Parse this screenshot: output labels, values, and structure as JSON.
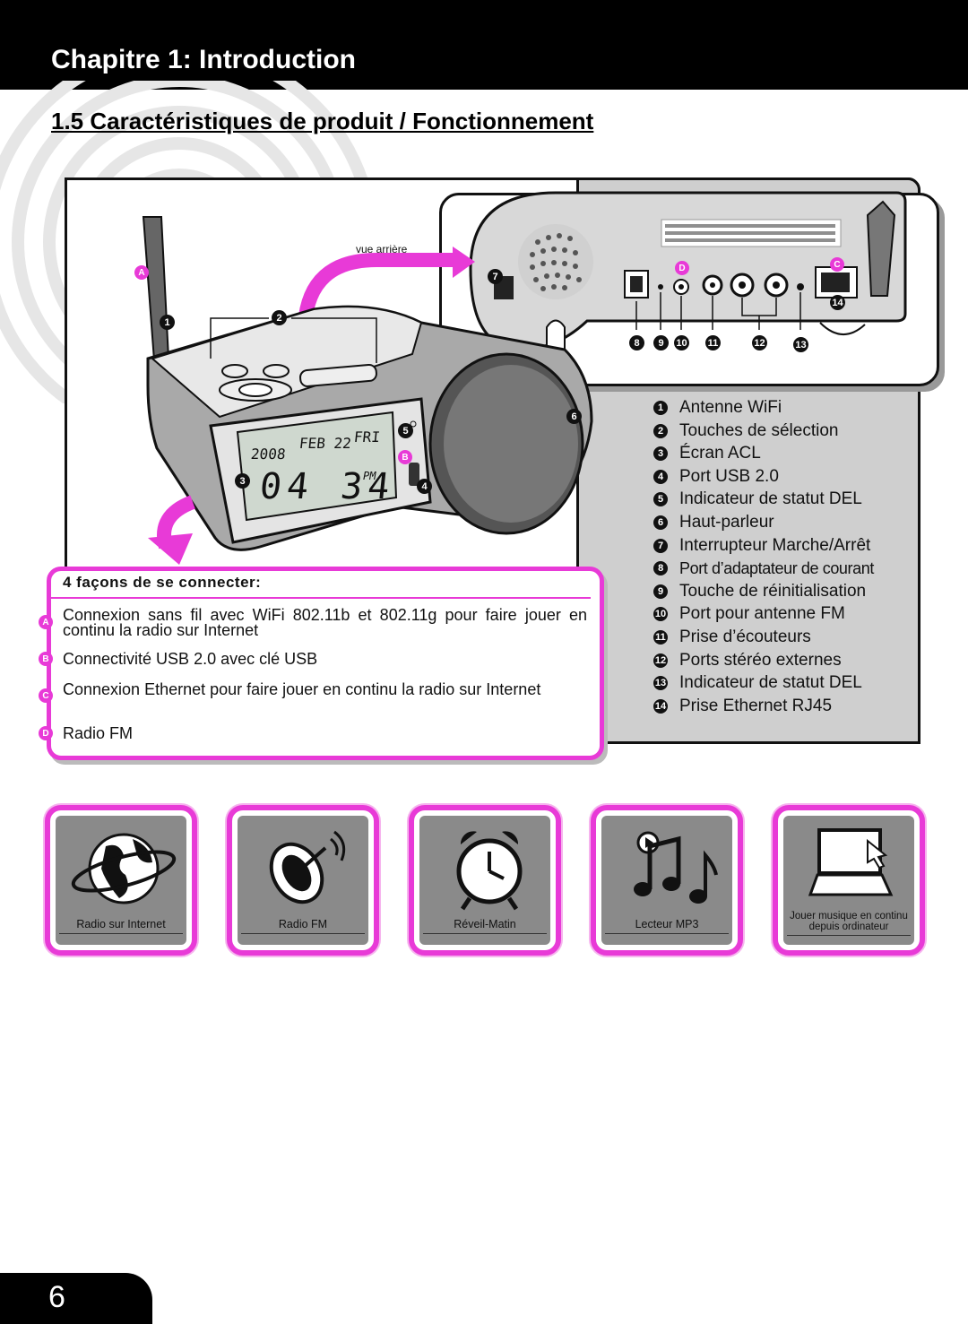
{
  "header": {
    "chapter_title": "Chapitre 1: Introduction"
  },
  "section": {
    "title": "1.5 Caractéristiques de produit / Fonctionnement"
  },
  "diagram": {
    "rear_view_label": "vue arrière",
    "display": {
      "year": "2008",
      "month_day": "FEB 22",
      "weekday": "FRI",
      "time": "04 34",
      "ampm": "PM"
    },
    "legend": [
      {
        "num": "1",
        "label": "Antenne WiFi"
      },
      {
        "num": "2",
        "label": "Touches de sélection"
      },
      {
        "num": "3",
        "label": "Écran ACL"
      },
      {
        "num": "4",
        "label": "Port USB 2.0"
      },
      {
        "num": "5",
        "label": "Indicateur de statut DEL"
      },
      {
        "num": "6",
        "label": "Haut-parleur"
      },
      {
        "num": "7",
        "label": "Interrupteur Marche/Arrêt"
      },
      {
        "num": "8",
        "label": "Port d’adaptateur de courant"
      },
      {
        "num": "9",
        "label": "Touche de réinitialisation"
      },
      {
        "num": "10",
        "label": "Port pour antenne FM"
      },
      {
        "num": "11",
        "label": "Prise d’écouteurs"
      },
      {
        "num": "12",
        "label": "Ports stéréo externes"
      },
      {
        "num": "13",
        "label": "Indicateur de statut DEL"
      },
      {
        "num": "14",
        "label": "Prise Ethernet RJ45"
      }
    ]
  },
  "ways": {
    "title": "4 façons de se connecter:",
    "items": [
      {
        "letter": "A",
        "text": "Connexion sans fil avec WiFi 802.11b et 802.11g pour faire jouer en continu la radio sur Internet"
      },
      {
        "letter": "B",
        "text": "Connectivité USB 2.0 avec clé USB"
      },
      {
        "letter": "C",
        "text": "Connexion Ethernet pour faire jouer en continu la radio sur Internet"
      },
      {
        "letter": "D",
        "text": "Radio FM"
      }
    ]
  },
  "features": [
    {
      "icon": "globe-icon",
      "label": "Radio sur Internet"
    },
    {
      "icon": "satellite-dish-icon",
      "label": "Radio FM"
    },
    {
      "icon": "alarm-clock-icon",
      "label": "Réveil-Matin"
    },
    {
      "icon": "music-notes-icon",
      "label": "Lecteur MP3"
    },
    {
      "icon": "laptop-icon",
      "label": "Jouer musique en continu depuis ordinateur"
    }
  ],
  "footer": {
    "page_number": "6"
  },
  "colors": {
    "accent_magenta": "#e83ad7",
    "header_black": "#000000",
    "panel_gray": "#cfcfcf"
  }
}
